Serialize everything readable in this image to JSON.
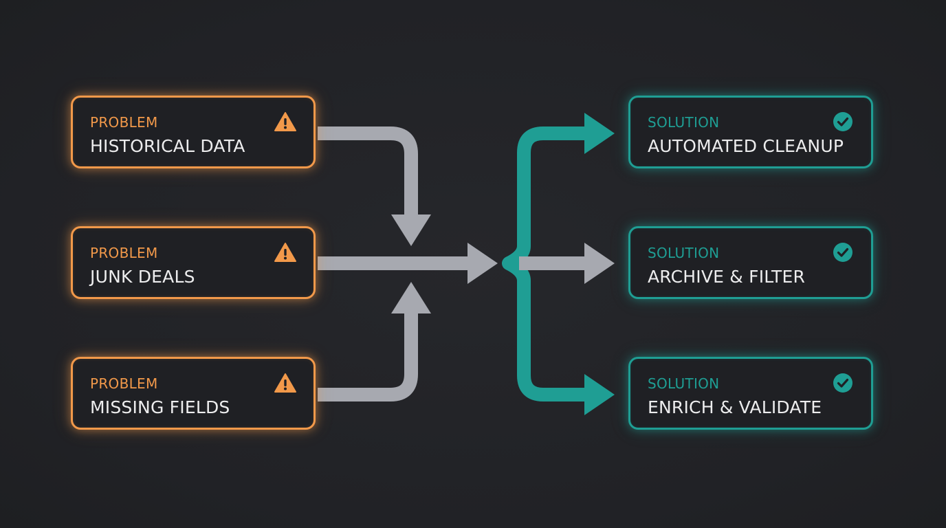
{
  "colors": {
    "problem_accent": "#f2994a",
    "solution_accent": "#1f9e94",
    "connector": "#a7a9b0",
    "background": "#222327",
    "card_text": "#ededee"
  },
  "problems": [
    {
      "kicker": "PROBLEM",
      "title": "HISTORICAL DATA",
      "icon": "warning-icon"
    },
    {
      "kicker": "PROBLEM",
      "title": "JUNK DEALS",
      "icon": "warning-icon"
    },
    {
      "kicker": "PROBLEM",
      "title": "MISSING FIELDS",
      "icon": "warning-icon"
    }
  ],
  "solutions": [
    {
      "kicker": "SOLUTION",
      "title": "AUTOMATED CLEANUP",
      "icon": "check-circle-icon"
    },
    {
      "kicker": "SOLUTION",
      "title": "ARCHIVE & FILTER",
      "icon": "check-circle-icon"
    },
    {
      "kicker": "SOLUTION",
      "title": "ENRICH & VALIDATE",
      "icon": "check-circle-icon"
    }
  ]
}
